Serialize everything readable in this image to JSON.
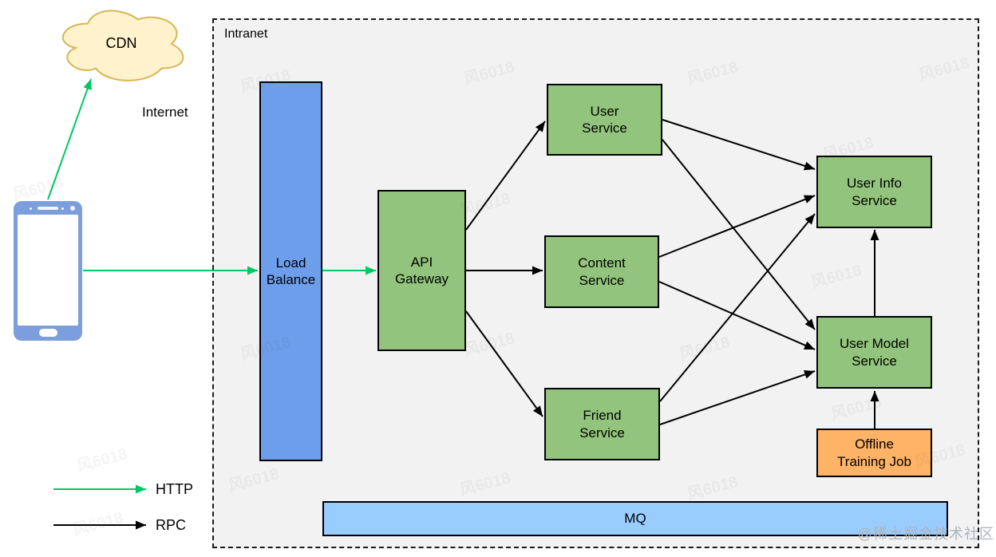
{
  "external": {
    "cdn_label": "CDN",
    "internet_label": "Internet"
  },
  "intranet": {
    "label": "Intranet",
    "nodes": {
      "load_balance": "Load\nBalance",
      "api_gateway": "API\nGateway",
      "user_service": "User\nService",
      "content_service": "Content\nService",
      "friend_service": "Friend\nService",
      "user_info_service": "User Info\nService",
      "user_model_service": "User Model\nService",
      "offline_training_job": "Offline\nTraining Job",
      "mq": "MQ"
    }
  },
  "edges": [
    {
      "from": "mobile-client",
      "to": "cdn",
      "type": "HTTP"
    },
    {
      "from": "mobile-client",
      "to": "load-balance",
      "type": "HTTP"
    },
    {
      "from": "load-balance",
      "to": "api-gateway",
      "type": "HTTP"
    },
    {
      "from": "api-gateway",
      "to": "user-service",
      "type": "RPC"
    },
    {
      "from": "api-gateway",
      "to": "content-service",
      "type": "RPC"
    },
    {
      "from": "api-gateway",
      "to": "friend-service",
      "type": "RPC"
    },
    {
      "from": "user-service",
      "to": "user-info-service",
      "type": "RPC"
    },
    {
      "from": "user-service",
      "to": "user-model-service",
      "type": "RPC"
    },
    {
      "from": "content-service",
      "to": "user-info-service",
      "type": "RPC"
    },
    {
      "from": "content-service",
      "to": "user-model-service",
      "type": "RPC"
    },
    {
      "from": "friend-service",
      "to": "user-info-service",
      "type": "RPC"
    },
    {
      "from": "friend-service",
      "to": "user-model-service",
      "type": "RPC"
    },
    {
      "from": "user-model-service",
      "to": "user-info-service",
      "type": "RPC"
    },
    {
      "from": "offline-training-job",
      "to": "user-model-service",
      "type": "RPC"
    }
  ],
  "legend": {
    "http_label": "HTTP",
    "rpc_label": "RPC"
  },
  "watermarks": {
    "community": "@稀土掘金技术社区",
    "tile": "风6018"
  },
  "colors": {
    "service_green": "#93C47D",
    "load_balance_blue": "#6D9EEB",
    "mq_blue": "#99CCFF",
    "offline_orange": "#FFB366",
    "cloud_fill": "#FFF2CC",
    "cloud_border": "#D6B656",
    "phone_blue": "#7D9EDC",
    "http_arrow_green": "#00C864",
    "rpc_arrow_black": "#000000",
    "intranet_fill": "#F2F2F2"
  }
}
